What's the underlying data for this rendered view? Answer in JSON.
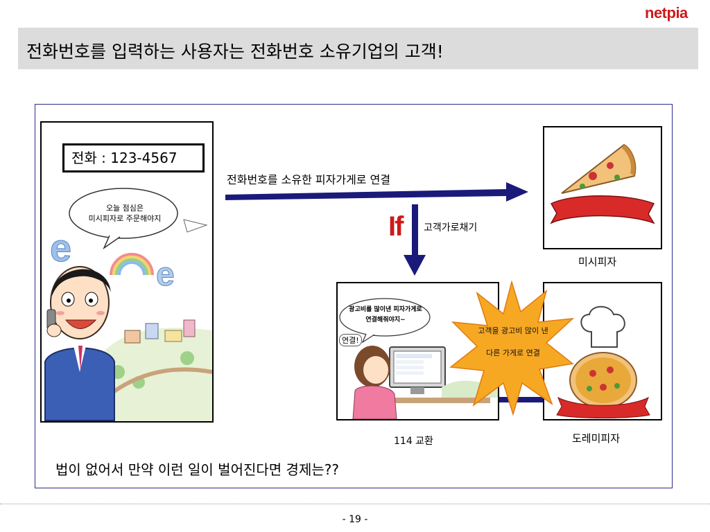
{
  "header": {
    "logo": "netpia",
    "title": "전화번호를 입력하는 사용자는 전화번호 소유기업의 고객!"
  },
  "phone_panel": {
    "number_label": "전화 : 123-4567",
    "speech_lines": [
      "오늘 점심은",
      "미시피자로 주문해야지"
    ]
  },
  "flow": {
    "connect_label": "전화번호를 소유한 피자가게로 연결",
    "if_text": "If",
    "steal_label": "고객가로채기"
  },
  "stores": {
    "misi_label": "미시피자",
    "dore_label": "도레미피자",
    "operator_label": "114 교환"
  },
  "operator": {
    "speech_lines": [
      "광고비를 많이낸 피자가게로",
      "연결해줘야지~"
    ],
    "connect_bubble": "연결!"
  },
  "burst": {
    "lines": [
      "고객을 광고비 많이 낸",
      "다른 가게로 연결"
    ],
    "color": "#f7a823"
  },
  "bottom_question": "법이 없어서 만약 이런 일이 벌어진다면 경제는??",
  "footer": {
    "page": "- 19 -"
  },
  "colors": {
    "arrow": "#1a1a7a",
    "frame": "#2b2b8a",
    "title_bar": "#dcdcdc",
    "accent_red": "#cc1a1a"
  }
}
